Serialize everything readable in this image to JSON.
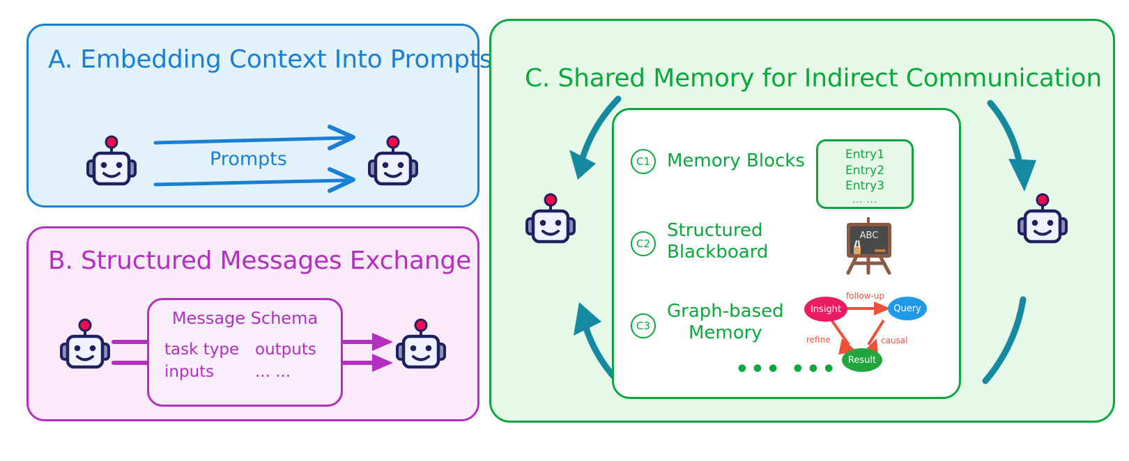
{
  "figure": {
    "panels": [
      {
        "id": "A",
        "title": "A. Embedding Context Into Prompts",
        "accent": "#1a7fd4",
        "background": "#e1f2fb",
        "arrow_label": "Prompts",
        "agents": [
          "robot-sender",
          "robot-receiver"
        ],
        "arrow_count": 2
      },
      {
        "id": "B",
        "title": "B. Structured Messages Exchange",
        "accent": "#b22fc0",
        "background": "#fbeafb",
        "schema": {
          "title": "Message Schema",
          "fields": [
            "task type",
            "outputs",
            "inputs",
            "... ..."
          ]
        },
        "agents": [
          "robot-sender",
          "robot-receiver"
        ],
        "arrow_count": 2
      },
      {
        "id": "C",
        "title": "C. Shared Memory for Indirect Communication",
        "accent": "#0aa83c",
        "background": "#e6f9e8",
        "agents": [
          "robot-left",
          "robot-right"
        ],
        "mechanisms": [
          {
            "badge": "C1",
            "label": "Memory Blocks",
            "visual": "entry-list",
            "entries": [
              "Entry1",
              "Entry2",
              "Entry3"
            ],
            "entries_more": "... ..."
          },
          {
            "badge": "C2",
            "label_line1": "Structured",
            "label_line2": "Blackboard",
            "visual": "blackboard-icon",
            "blackboard_text": "ABC"
          },
          {
            "badge": "C3",
            "label_line1": "Graph-based",
            "label_line2": "Memory",
            "visual": "knowledge-graph",
            "graph": {
              "nodes": [
                {
                  "id": "insight",
                  "label": "Insight",
                  "color": "#e81b63"
                },
                {
                  "id": "query",
                  "label": "Query",
                  "color": "#1e9ae8"
                },
                {
                  "id": "result",
                  "label": "Result",
                  "color": "#21a63e"
                }
              ],
              "edges": [
                {
                  "from": "insight",
                  "to": "query",
                  "label": "follow-up"
                },
                {
                  "from": "insight",
                  "to": "result",
                  "label": "refine"
                },
                {
                  "from": "query",
                  "to": "result",
                  "label": "causal"
                }
              ],
              "edge_color": "#f0503a"
            }
          }
        ],
        "more_indicator": "•••  •••",
        "loop_arrow_color": "#1589a0"
      }
    ]
  }
}
